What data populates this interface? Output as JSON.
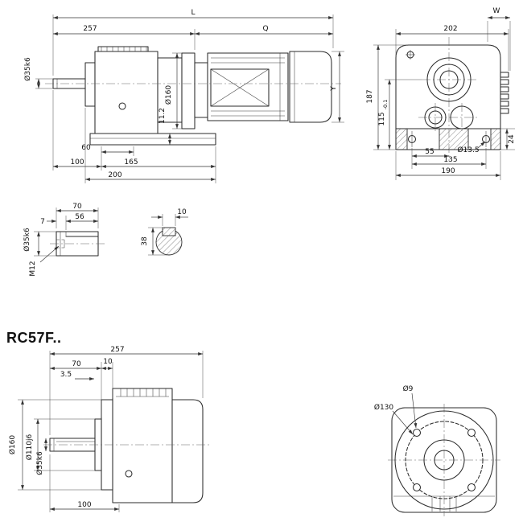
{
  "model": {
    "title": "RC57F.."
  },
  "side_view": {
    "L": "L",
    "front_len": "257",
    "Q": "Q",
    "shaft_dia": "Ø35k6",
    "flange_dia": "Ø160",
    "pad": "11.2",
    "Y": "Y",
    "d60": "60",
    "d100": "100",
    "d165": "165",
    "d200": "200"
  },
  "end_view": {
    "W": "W",
    "d202": "202",
    "d187": "187",
    "d115": "115",
    "d115_tol": "-0.1",
    "d24": "24",
    "d55": "55",
    "foot_hole": "Ø13.5",
    "d135": "135",
    "d190": "190"
  },
  "shaft_detail": {
    "d70": "70",
    "d56": "56",
    "d7": "7",
    "dia": "Ø35k6",
    "tap": "M12"
  },
  "key_section": {
    "d10": "10",
    "d38": "38"
  },
  "flange_side": {
    "d257": "257",
    "d70": "70",
    "d10": "10",
    "d3_5": "3.5",
    "flange_dia": "Ø160",
    "spigot_dia": "Ø110j6",
    "shaft_dia": "Ø35k6",
    "d100": "100"
  },
  "flange_front": {
    "bolt_hole": "Ø9",
    "bolt_circle": "Ø130"
  }
}
